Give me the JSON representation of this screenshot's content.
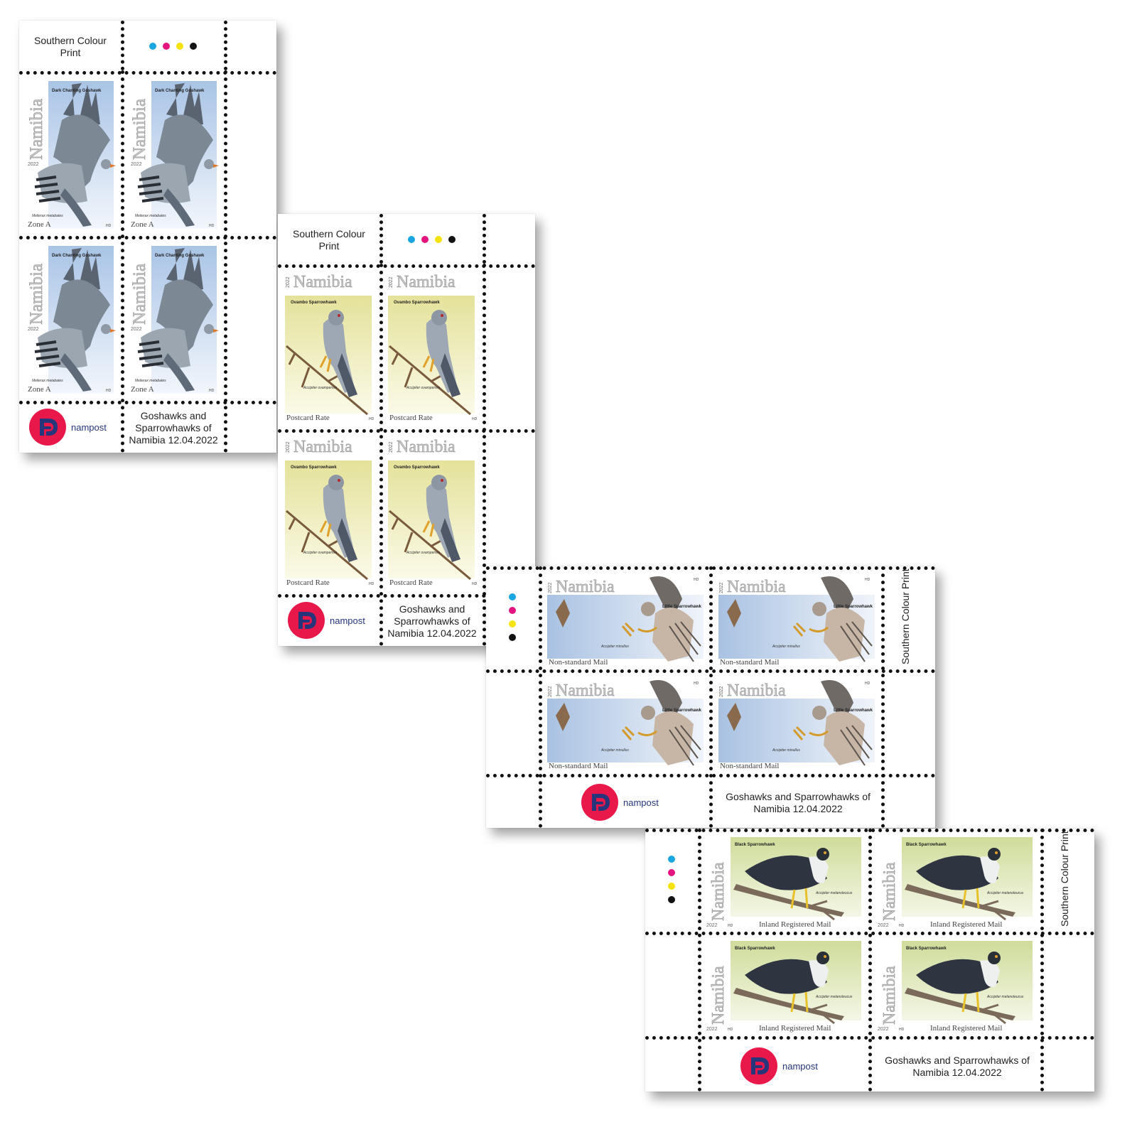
{
  "sheets": [
    {
      "printer": "Southern Colour Print",
      "caption": "Goshawks and Sparrowhawks of Namibia 12.04.2022",
      "brand": "nampost",
      "stamp": {
        "country": "Namibia",
        "year": "2022",
        "common_name": "Dark Chanting Goshawk",
        "scientific_name": "Melierax metabates",
        "rate": "Zone A",
        "artist": "HD"
      }
    },
    {
      "printer": "Southern Colour Print",
      "caption": "Goshawks and Sparrowhawks of Namibia 12.04.2022",
      "brand": "nampost",
      "stamp": {
        "country": "Namibia",
        "year": "2022",
        "common_name": "Ovambo Sparrowhawk",
        "scientific_name": "Accipiter ovampensis",
        "rate": "Postcard Rate",
        "artist": "HD"
      }
    },
    {
      "printer": "Southern Colour Print",
      "caption": "Goshawks and Sparrowhawks of Namibia 12.04.2022",
      "brand": "nampost",
      "stamp": {
        "country": "Namibia",
        "year": "2022",
        "common_name": "Little Sparrowhawk",
        "scientific_name": "Accipiter minullus",
        "rate": "Non-standard Mail",
        "artist": "HD"
      }
    },
    {
      "printer": "Southern Colour Print",
      "caption": "Goshawks and Sparrowhawks of Namibia 12.04.2022",
      "brand": "nampost",
      "stamp": {
        "country": "Namibia",
        "year": "2022",
        "common_name": "Black Sparrowhawk",
        "scientific_name": "Accipiter melanoleucus",
        "rate": "Inland Registered Mail",
        "artist": "HD"
      }
    }
  ],
  "colors": {
    "cyan": "#1aa6e0",
    "magenta": "#e3137f",
    "yellow": "#f6e20d",
    "black": "#111111",
    "logo_red": "#e8194a",
    "logo_blue": "#27357a"
  }
}
